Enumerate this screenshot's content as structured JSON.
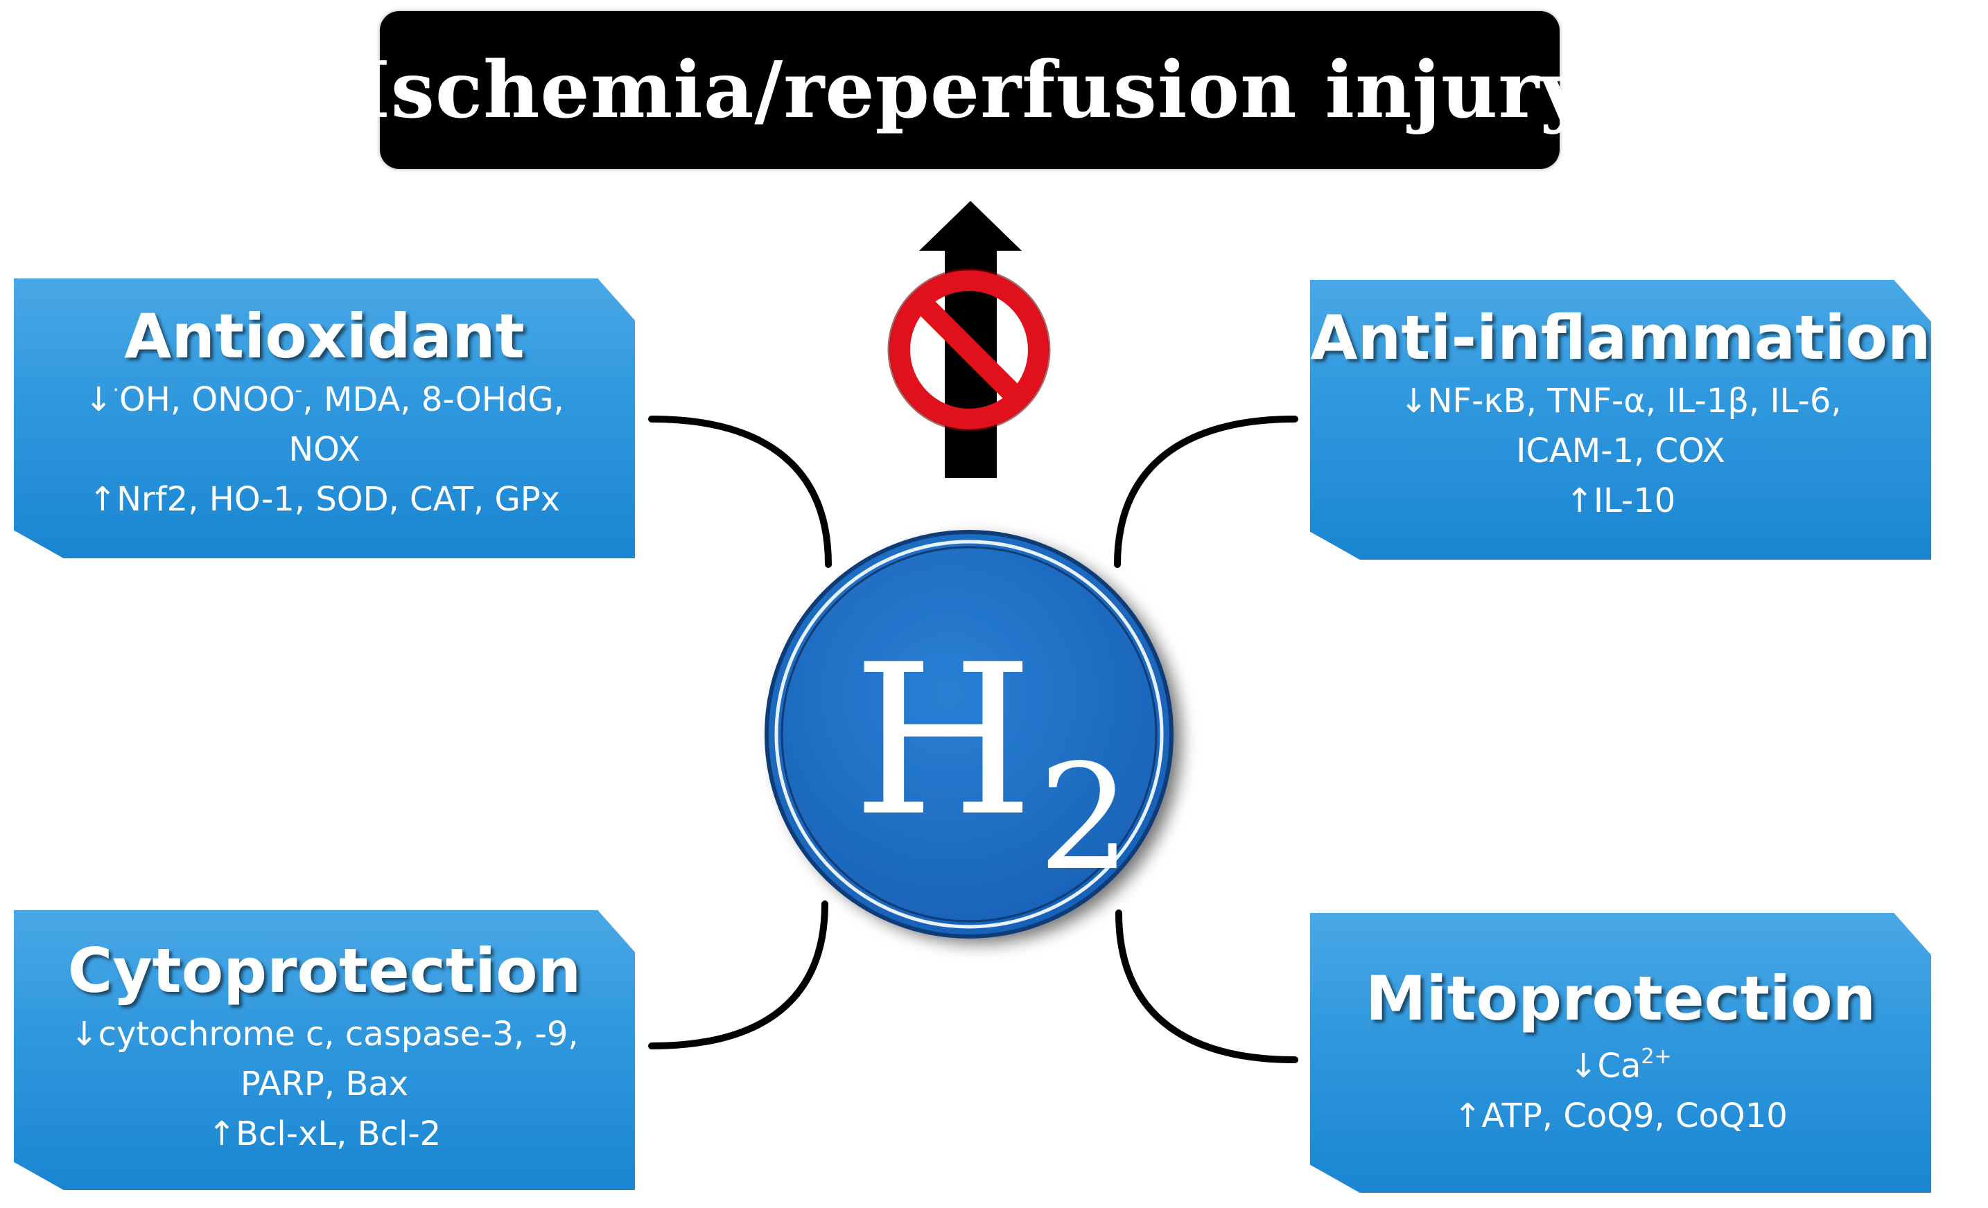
{
  "title": "Ischemia/reperfusion injury",
  "center": {
    "element": "H",
    "subscript": "2"
  },
  "icons": {
    "arrow": "up-arrow-icon",
    "prohibition": "no-entry-icon"
  },
  "colors": {
    "panel_blue": "#2f97dd",
    "circle_blue": "#1b6fc6",
    "prohibition_red": "#e0101c",
    "title_bg": "#000000"
  },
  "panels": {
    "antioxidant": {
      "heading": "Antioxidant",
      "line1": {
        "arrow": "↓",
        "radical": "·",
        "text_a": "OH, ONOO",
        "sup": "-",
        "text_b": ", MDA, 8-OHdG,"
      },
      "line2": "NOX",
      "line3": "↑Nrf2, HO-1, SOD, CAT, GPx"
    },
    "anti_inflammation": {
      "heading": "Anti-inflammation",
      "line1": "↓NF-κB, TNF-α, IL-1β, IL-6,",
      "line2": "ICAM-1, COX",
      "line3": "↑IL-10"
    },
    "cytoprotection": {
      "heading": "Cytoprotection",
      "line1": "↓cytochrome c, caspase-3, -9,",
      "line2": "PARP, Bax",
      "line3": "↑Bcl-xL, Bcl-2"
    },
    "mitoprotection": {
      "heading": "Mitoprotection",
      "line1": {
        "text": "↓Ca",
        "sup": "2+"
      },
      "line2": "↑ATP, CoQ9, CoQ10"
    }
  }
}
